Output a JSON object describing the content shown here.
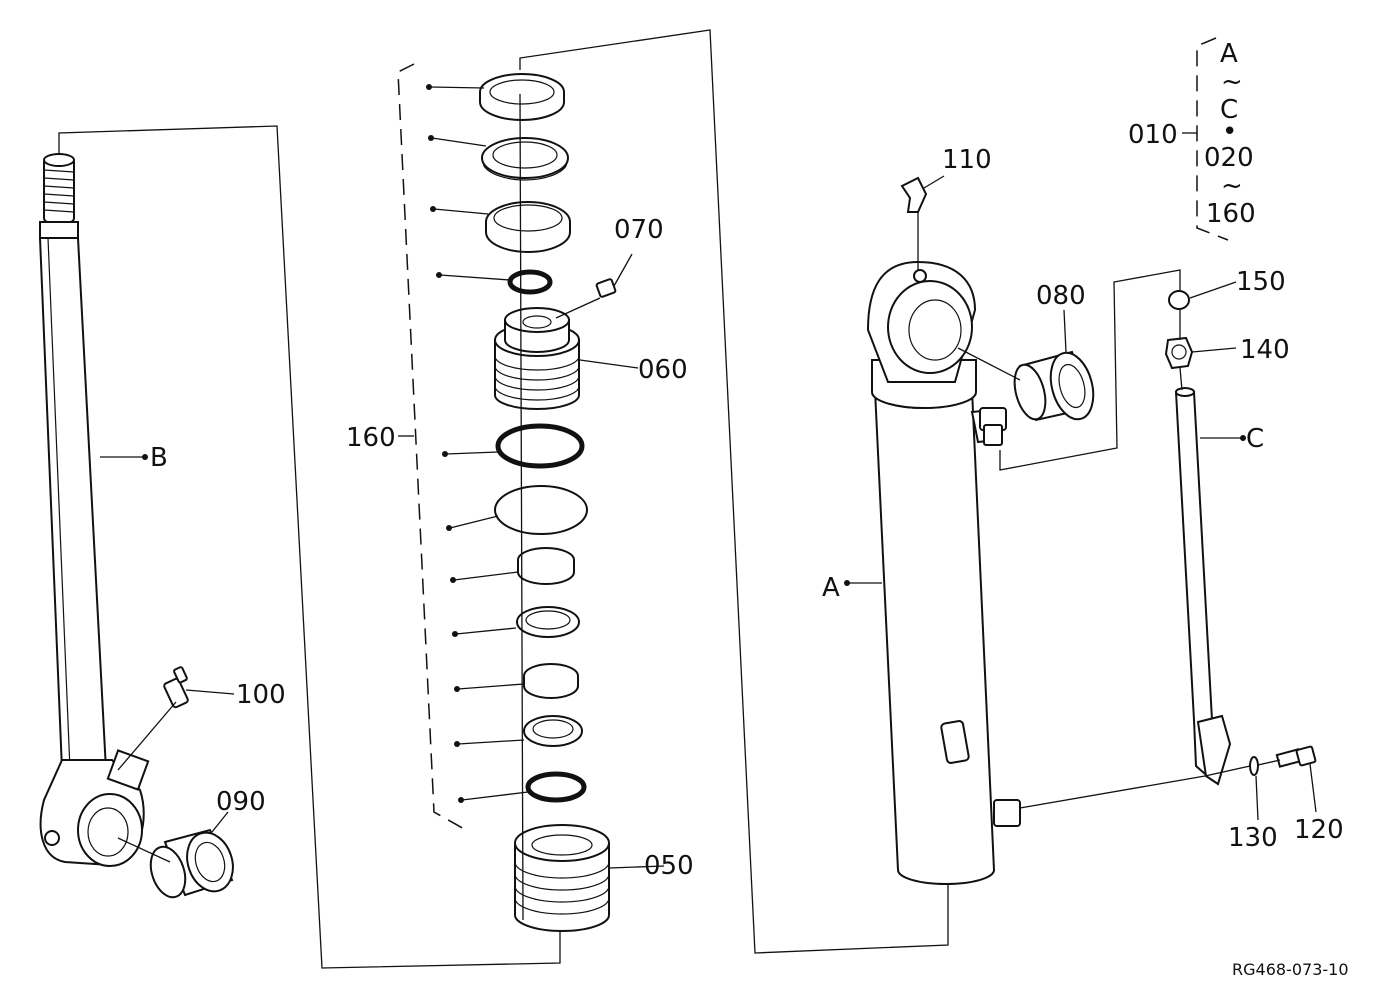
{
  "labels": {
    "p010": "010",
    "p020": "020",
    "p050": "050",
    "p060": "060",
    "p070": "070",
    "p080": "080",
    "p090": "090",
    "p100": "100",
    "p110": "110",
    "p120": "120",
    "p130": "130",
    "p140": "140",
    "p150": "150",
    "p160": "160",
    "p160_range": "160",
    "A": "A",
    "B": "B",
    "C": "C",
    "range_A": "A",
    "range_C": "C",
    "tilde": "~",
    "bullet": "•"
  },
  "drawing_code": "RG468-073-10"
}
